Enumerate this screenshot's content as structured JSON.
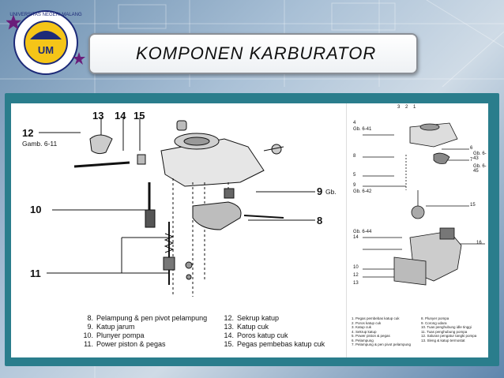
{
  "title": "KOMPONEN KARBURATOR",
  "logo": {
    "ring_text": "UNIVERSITAS NEGERI MALANG",
    "center_text": "UM"
  },
  "figure_left": {
    "caption": "Gamb. 6-11",
    "callouts": [
      "12",
      "13",
      "14",
      "15",
      "10",
      "11",
      "9",
      "8"
    ],
    "ref_note": "Gb.",
    "legend_col1": [
      {
        "num": "8.",
        "text": "Pelampung & pen pivot pelampung"
      },
      {
        "num": "9.",
        "text": "Katup jarum"
      },
      {
        "num": "10.",
        "text": "Plunyer pompa"
      },
      {
        "num": "11.",
        "text": "Power piston & pegas"
      }
    ],
    "legend_col2": [
      {
        "num": "12.",
        "text": "Sekrup katup"
      },
      {
        "num": "13.",
        "text": "Katup cuk"
      },
      {
        "num": "14.",
        "text": "Poros katup cuk"
      },
      {
        "num": "15.",
        "text": "Pegas pembebas katup cuk"
      }
    ]
  },
  "figure_right": {
    "top_callouts": [
      "3",
      "2",
      "1"
    ],
    "left_callouts": [
      "4",
      "8",
      "5",
      "9",
      "14",
      "10",
      "12",
      "13"
    ],
    "right_callouts": [
      "6",
      "7",
      "15",
      "16"
    ],
    "refs": [
      "Gb. 6-41",
      "Gb. 6-42",
      "Gb. 6-44",
      "Gb. 6-43",
      "Gb. 6-45"
    ],
    "legend_col1": [
      "1. Pegas pembebas katup cuk",
      "2. Poros katup cuk",
      "3. Katup cuk",
      "4. Sekrup katup",
      "5. Power piston & pegas",
      "6. Pelampung",
      "7. Pelampung & pen pivot pelampung"
    ],
    "legend_col2": [
      "8. Plunyer pompa",
      "9. Corong udara",
      "10. Tuas penghubung idle tinggi",
      "11. Tuas penghubung pompa",
      "12. Saluran pengatur tangki pompa",
      "13. Sleng & katup termostat"
    ]
  }
}
